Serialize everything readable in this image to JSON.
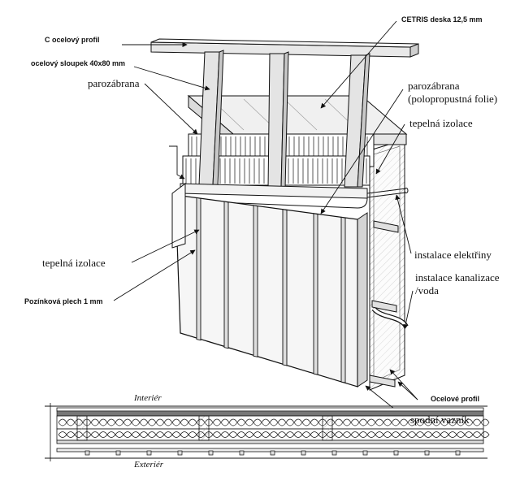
{
  "labels": {
    "c_profile": "C ocelový profil",
    "post": "ocelový sloupek 40x80 mm",
    "vapor_left": "parozábrana",
    "cetris": "CETRIS deska 12,5 mm",
    "vapor_right_1": "parozábrana",
    "vapor_right_2": "(polopropustná folie)",
    "insulation_right": "tepelná izolace",
    "insulation_left": "tepelná izolace",
    "sheet": "Pozínková plech 1 mm",
    "electrical": "instalace elektřiny",
    "plumbing_1": "instalace kanalizace",
    "plumbing_2": "/voda",
    "steel_profiles": "Ocelové profil",
    "bottom_truss": "spodní vazník",
    "interior": "Interiér",
    "exterior": "Exteriér"
  },
  "colors": {
    "line": "#111111",
    "wood": "#e4e4e4",
    "panel": "#f4f4f4",
    "shade": "#cfcfcf"
  }
}
